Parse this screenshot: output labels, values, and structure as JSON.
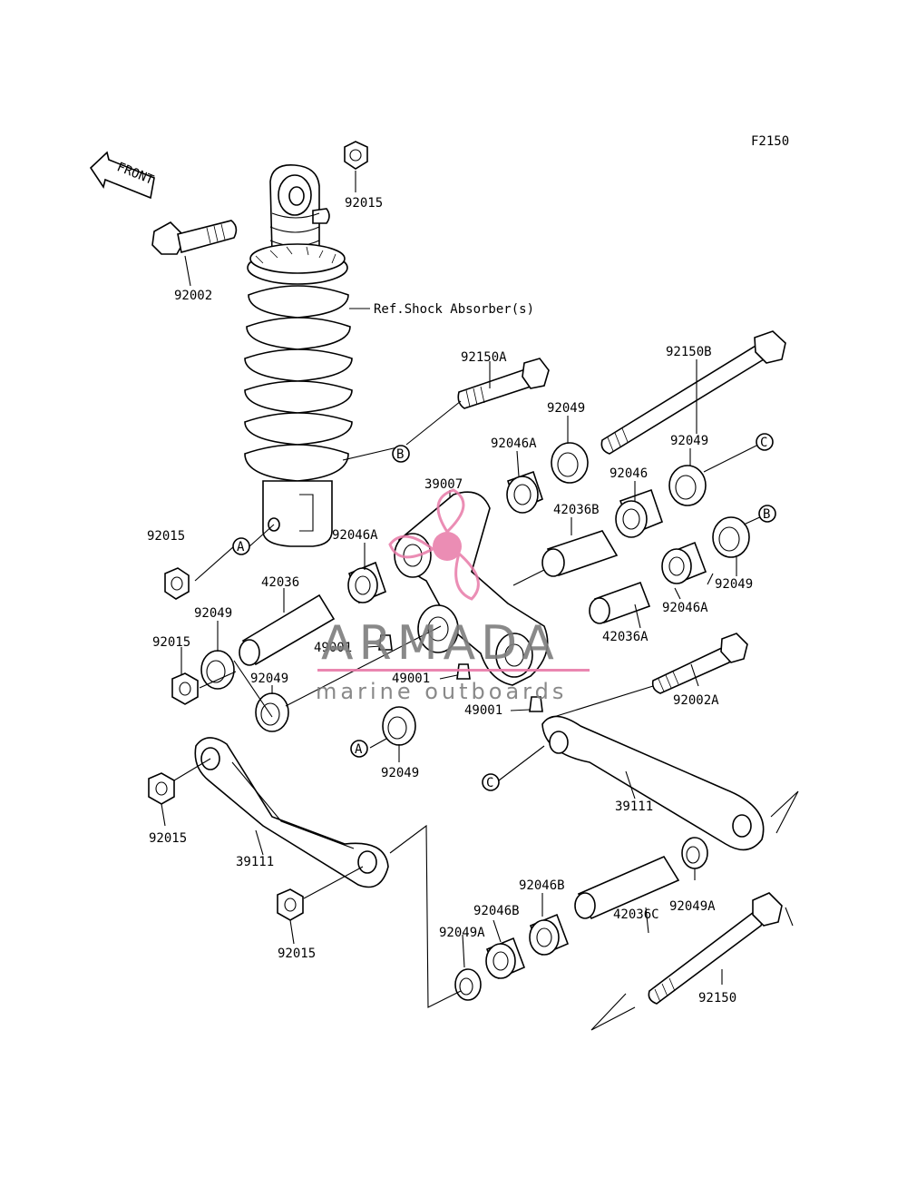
{
  "diagram": {
    "figure_code": "F2150",
    "front_label": "FRONT",
    "ref_label": "Ref.Shock Absorber(s)",
    "callouts": {
      "A": "A",
      "B": "B",
      "C": "C"
    },
    "parts": {
      "p92015_top": "92015",
      "p92002": "92002",
      "p92150A": "92150A",
      "p92150B": "92150B",
      "p92049_1": "92049",
      "p92049_2": "92049",
      "p92046A_1": "92046A",
      "p92046": "92046",
      "p39007": "39007",
      "p42036B": "42036B",
      "p92015_a": "92015",
      "p92046A_2": "92046A",
      "p92049_3": "92049",
      "p42036": "42036",
      "p92046A_3": "92046A",
      "p92049_4": "92049",
      "p92015_b": "92015",
      "p49001_1": "49001",
      "p42036A": "42036A",
      "p49001_2": "49001",
      "p92049_5": "92049",
      "p49001_3": "49001",
      "p92002A": "92002A",
      "p92049_6": "92049",
      "p92015_c": "92015",
      "p39111_right": "39111",
      "p39111_left": "39111",
      "p92046B_1": "92046B",
      "p92049A_right": "92049A",
      "p92046B_2": "92046B",
      "p92015_d": "92015",
      "p92049A_left": "92049A",
      "p42036C": "42036C",
      "p92150": "92150"
    }
  },
  "watermark": {
    "brand": "ARMADA",
    "tagline": "marine outboards",
    "accent_color": "#e87aa8"
  }
}
